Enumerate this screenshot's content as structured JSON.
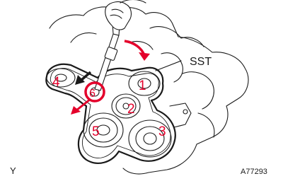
{
  "figure": {
    "callout_text": "SST",
    "corner_letter": "Y",
    "figure_code": "A77293",
    "accent_color": "#e4002b",
    "line_color": "#1a1a1a",
    "pulley_numbers": [
      "1",
      "2",
      "3",
      "4",
      "5",
      "6"
    ]
  }
}
